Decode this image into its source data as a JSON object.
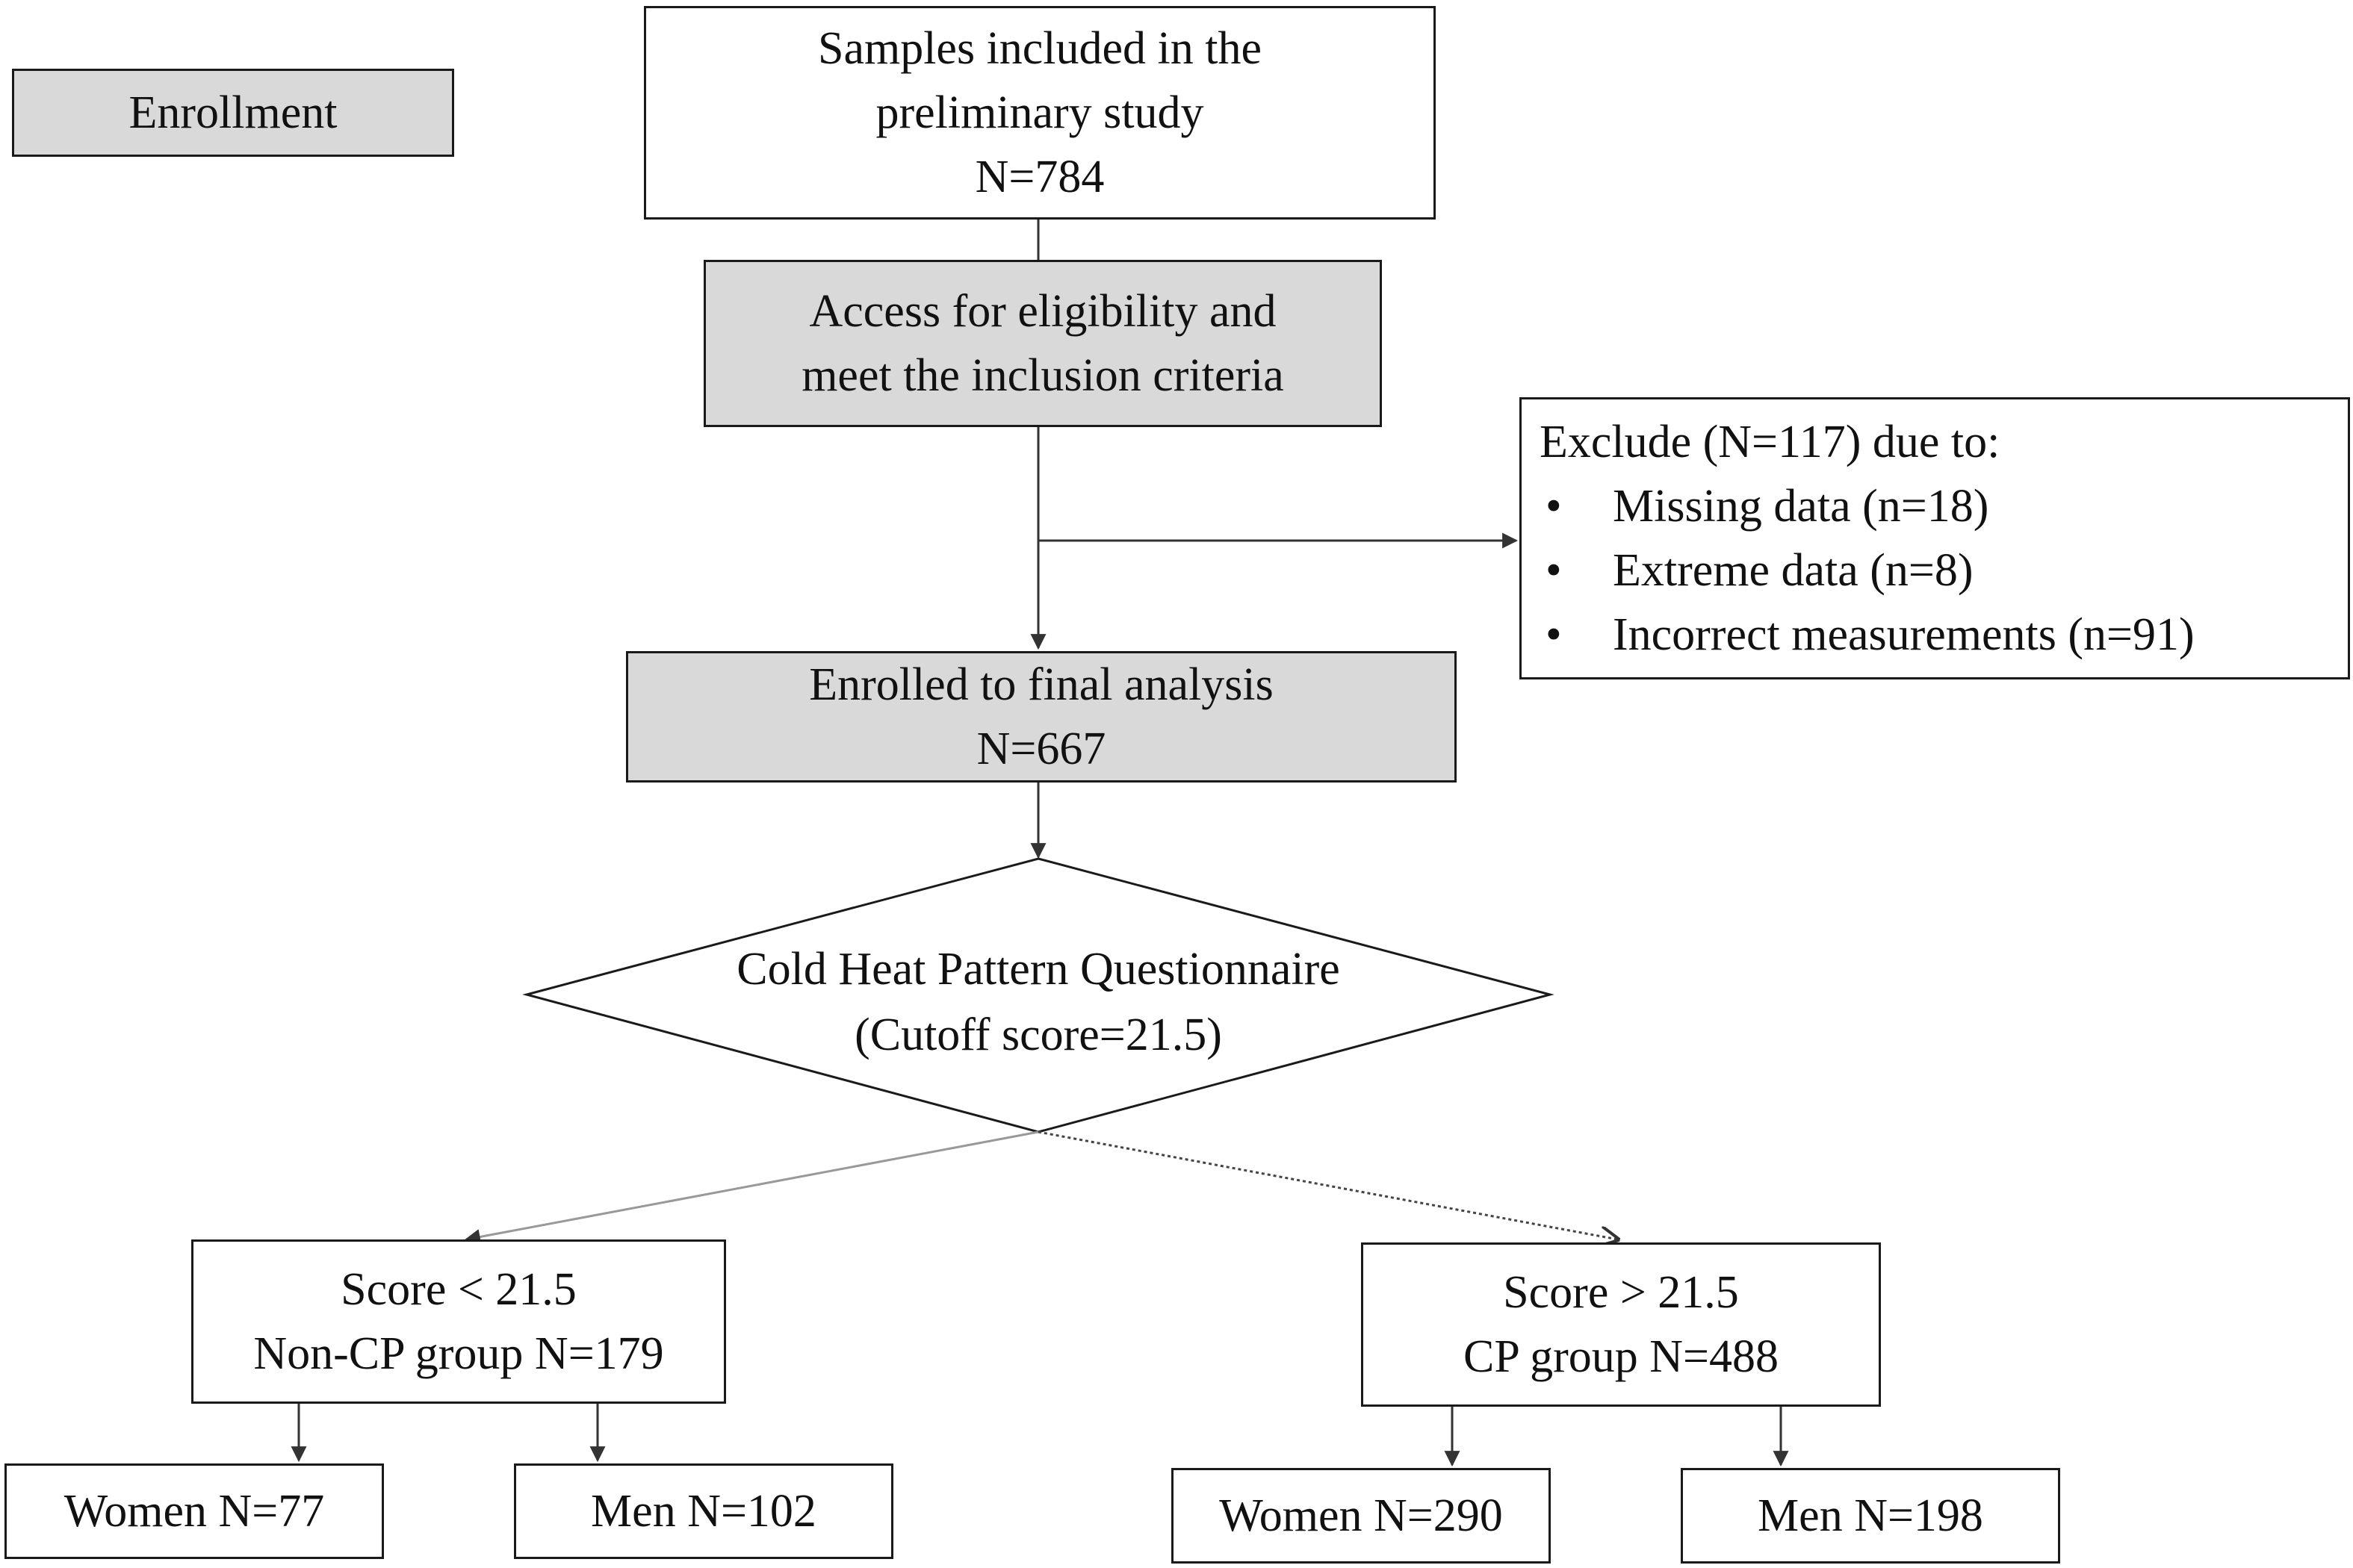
{
  "stage_label": "Enrollment",
  "initial_samples": {
    "line1": "Samples included in the",
    "line2": "preliminary study",
    "count": "N=784"
  },
  "eligibility": {
    "line1": "Access for eligibility and",
    "line2": "meet the inclusion criteria"
  },
  "exclusion": {
    "heading": "Exclude (N=117) due to:",
    "bullet_glyph": "•",
    "items": [
      "Missing data (n=18)",
      "Extreme data (n=8)",
      "Incorrect measurements (n=91)"
    ]
  },
  "final_analysis": {
    "line1": "Enrolled to final analysis",
    "count": "N=667"
  },
  "questionnaire": {
    "line1": "Cold Heat Pattern Questionnaire",
    "line2": "(Cutoff score=21.5)"
  },
  "non_cp_group": {
    "line1": "Score < 21.5",
    "line2": "Non-CP group N=179",
    "women": "Women N=77",
    "men": "Men N=102"
  },
  "cp_group": {
    "line1": "Score > 21.5",
    "line2": "CP group N=488",
    "women": "Women N=290",
    "men": "Men N=198"
  },
  "colors": {
    "shaded_fill": "#d9d9d9",
    "border": "#1a1a1a",
    "connector_dotted": "#444444",
    "connector_solid": "#999999"
  }
}
